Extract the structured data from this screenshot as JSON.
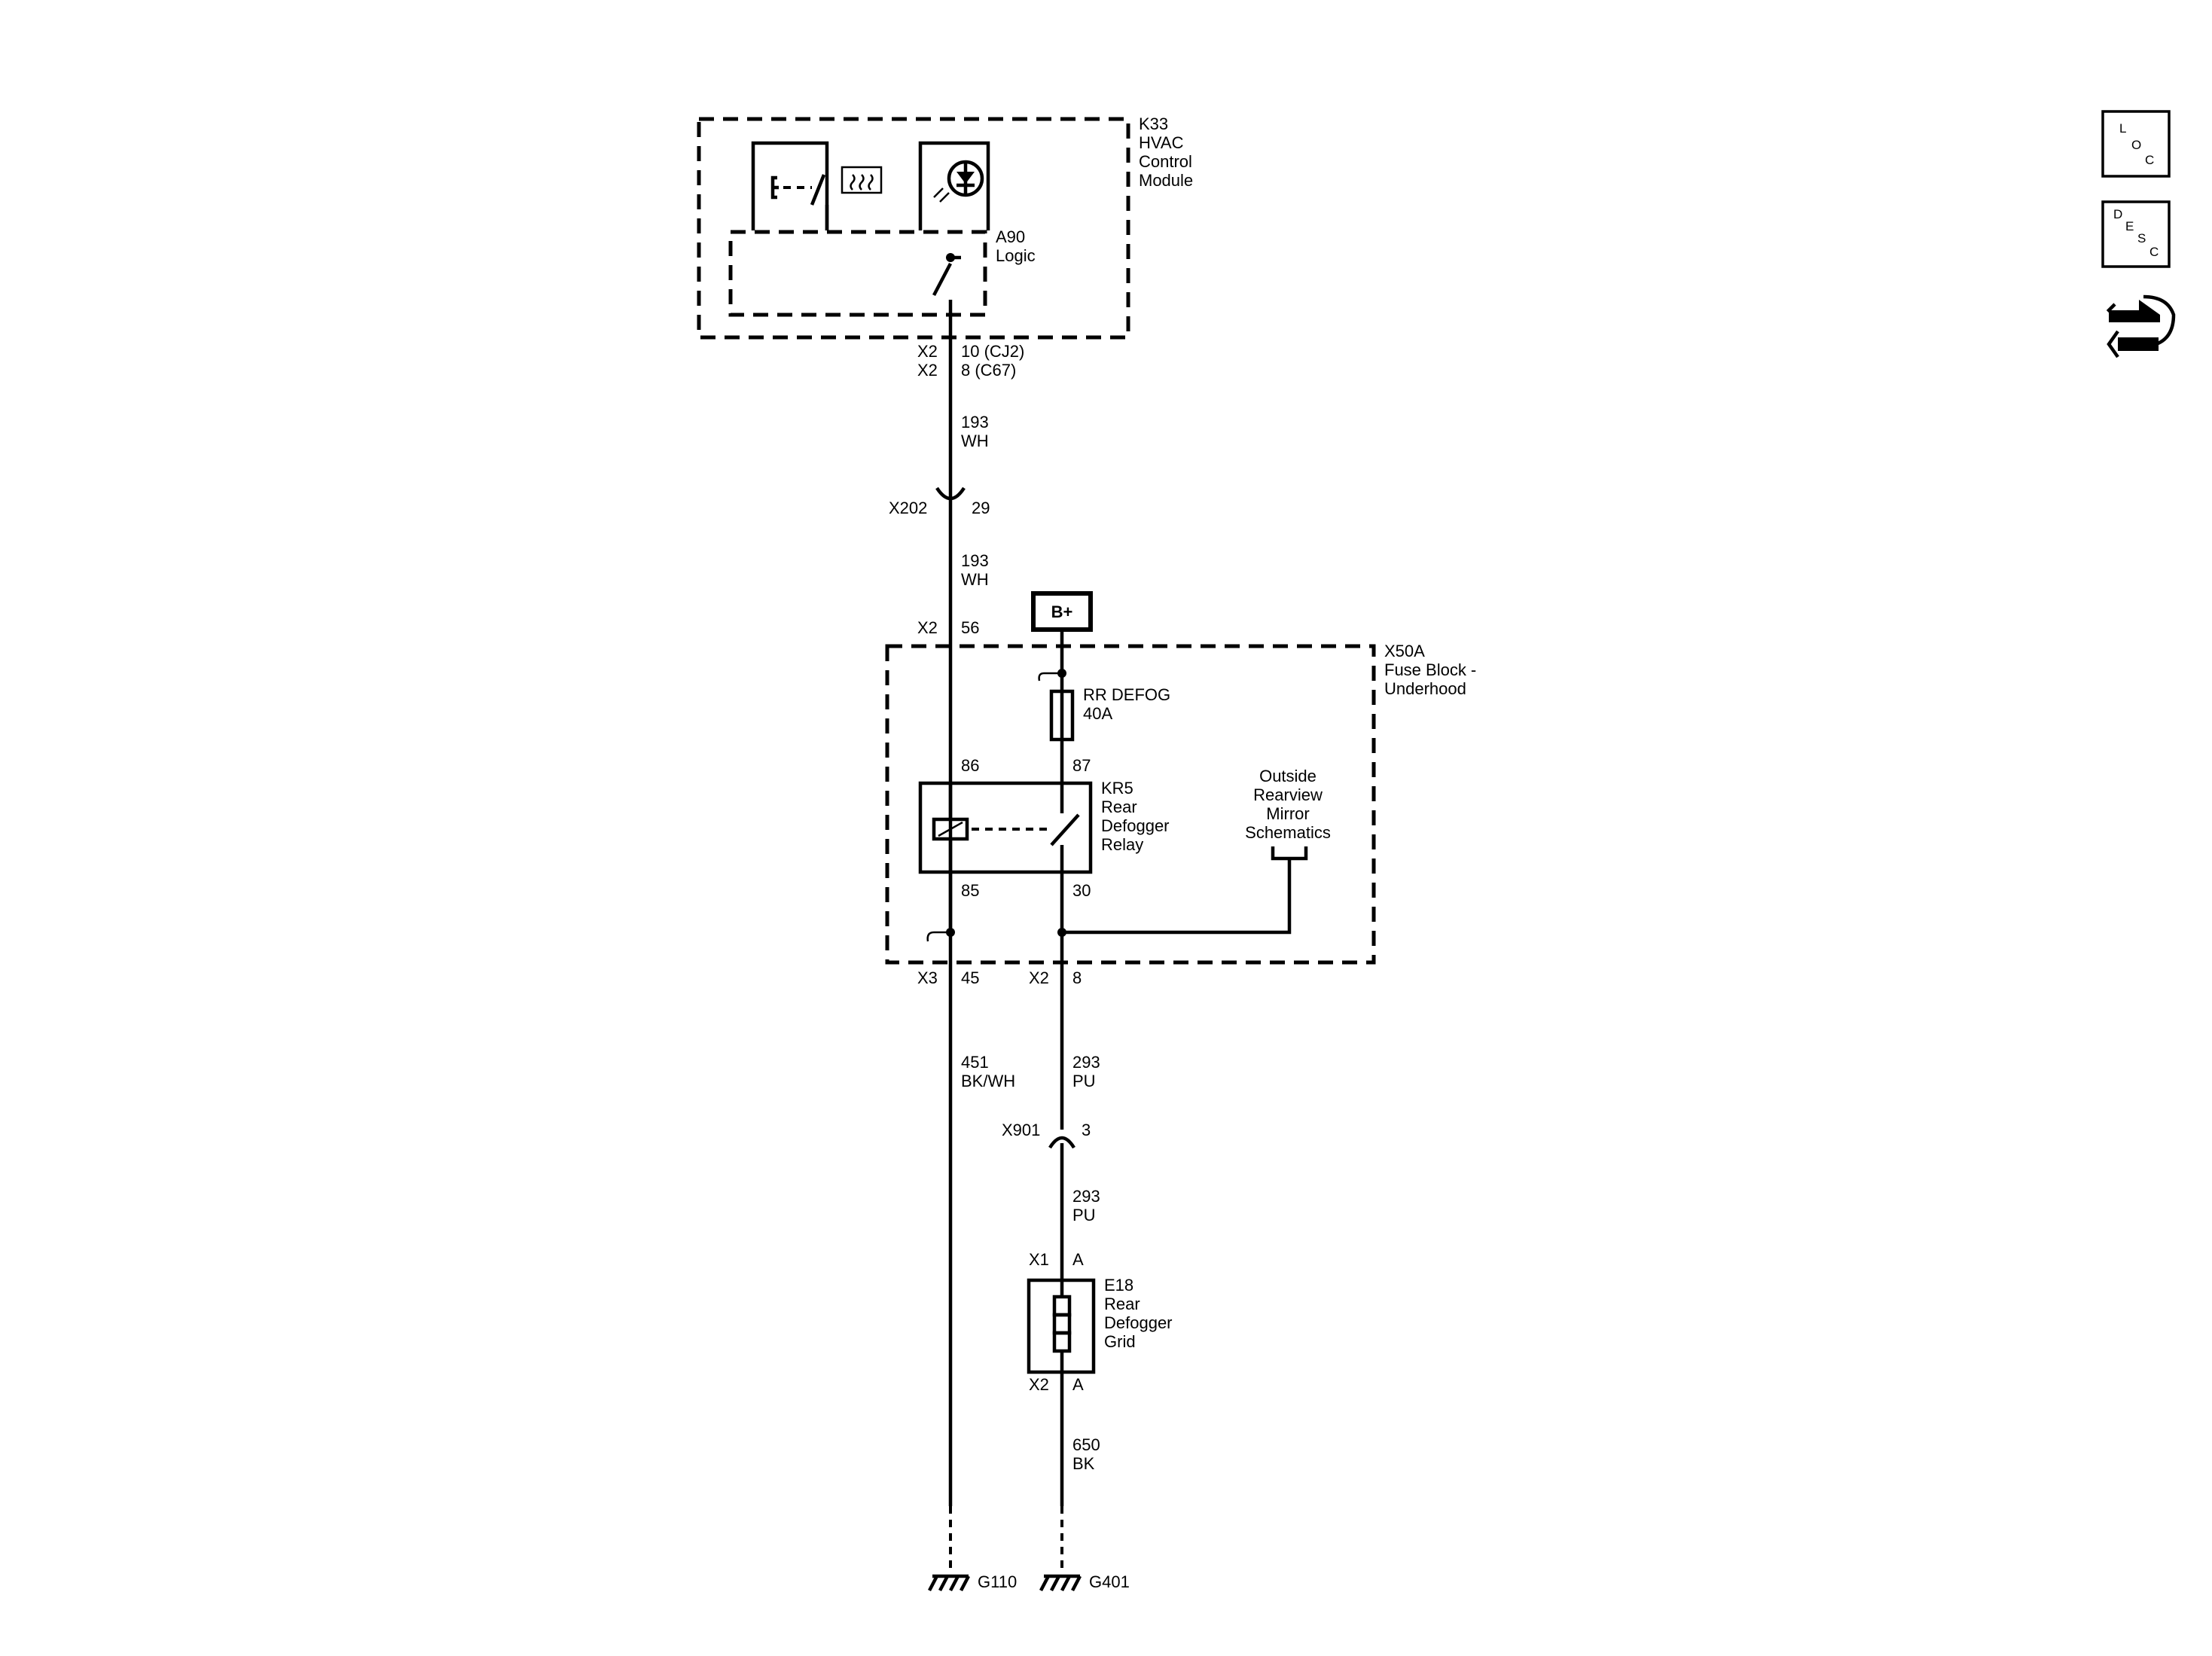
{
  "modules": {
    "k33": {
      "line1": "K33",
      "line2": "HVAC",
      "line3": "Control",
      "line4": "Module"
    },
    "a90": {
      "line1": "A90",
      "line2": "Logic"
    },
    "x50a": {
      "line1": "X50A",
      "line2": "Fuse Block -",
      "line3": "Underhood"
    }
  },
  "connectors": {
    "k33_cj2": {
      "conn": "X2",
      "pin": "10 (CJ2)"
    },
    "k33_c67": {
      "conn": "X2",
      "pin": "8 (C67)"
    },
    "x202": {
      "conn": "X202",
      "pin": "29"
    },
    "x50a_in": {
      "conn": "X2",
      "pin": "56"
    },
    "x50a_out1": {
      "conn": "X3",
      "pin": "45"
    },
    "x50a_out2": {
      "conn": "X2",
      "pin": "8"
    },
    "x901": {
      "conn": "X901",
      "pin": "3"
    },
    "e18_in": {
      "conn": "X1",
      "pin": "A"
    },
    "e18_out": {
      "conn": "X2",
      "pin": "A"
    }
  },
  "wires": {
    "w193a": {
      "circuit": "193",
      "color": "WH"
    },
    "w193b": {
      "circuit": "193",
      "color": "WH"
    },
    "w451": {
      "circuit": "451",
      "color": "BK/WH"
    },
    "w293a": {
      "circuit": "293",
      "color": "PU"
    },
    "w293b": {
      "circuit": "293",
      "color": "PU"
    },
    "w650": {
      "circuit": "650",
      "color": "BK"
    }
  },
  "power": {
    "label": "B+"
  },
  "fuse": {
    "name": "RR DEFOG",
    "rating": "40A"
  },
  "relay": {
    "line1": "KR5",
    "line2": "Rear",
    "line3": "Defogger",
    "line4": "Relay",
    "pin86": "86",
    "pin87": "87",
    "pin85": "85",
    "pin30": "30"
  },
  "mirror_ref": {
    "line1": "Outside",
    "line2": "Rearview",
    "line3": "Mirror",
    "line4": "Schematics"
  },
  "grid": {
    "line1": "E18",
    "line2": "Rear",
    "line3": "Defogger",
    "line4": "Grid"
  },
  "grounds": {
    "g110": "G110",
    "g401": "G401"
  },
  "nav_buttons": {
    "loc": {
      "l1": "L",
      "l2": "O",
      "l3": "C"
    },
    "desc": {
      "l1": "D",
      "l2": "E",
      "l3": "S",
      "l4": "C"
    }
  }
}
